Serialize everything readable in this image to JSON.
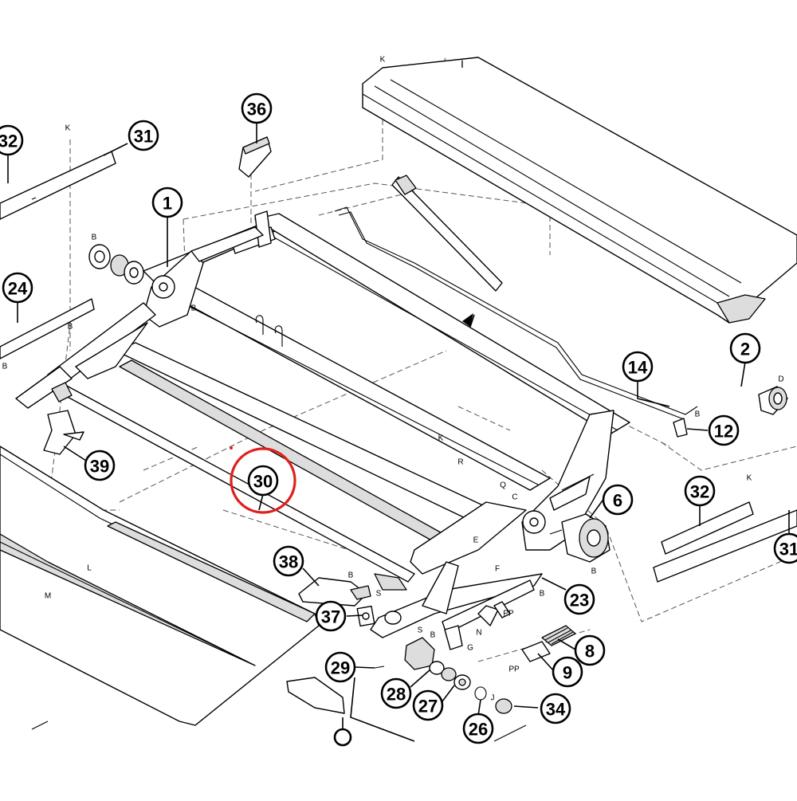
{
  "diagram": {
    "highlight_color": "#e0201c",
    "callouts": [
      "32",
      "31",
      "36",
      "1",
      "24",
      "39",
      "30",
      "38",
      "37",
      "29",
      "28",
      "27",
      "26",
      "14",
      "2",
      "12",
      "6",
      "32",
      "31",
      "23",
      "8",
      "9",
      "34"
    ],
    "letters": [
      "K",
      "I",
      "K",
      "B",
      "B",
      "B",
      "B",
      "S",
      "B",
      "S",
      "B",
      "G",
      "N",
      "L",
      "M",
      "K",
      "R",
      "Q",
      "C",
      "E",
      "F",
      "B",
      "D",
      "B",
      "K",
      "B",
      "PP",
      "PP",
      "J"
    ]
  }
}
